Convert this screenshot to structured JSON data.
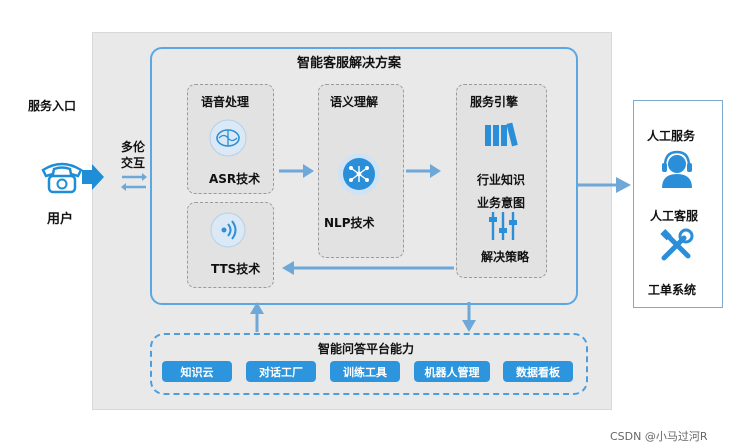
{
  "title": "智能客服解决方案",
  "entry": {
    "label": "服务入口",
    "user": "用户",
    "interaction": [
      "多伦",
      "交互"
    ]
  },
  "modules": {
    "speech": {
      "title": "语音处理",
      "asr": "ASR技术",
      "tts": "TTS技术"
    },
    "semantic": {
      "title": "语义理解",
      "nlp": "NLP技术"
    },
    "engine": {
      "title": "服务引擎",
      "items": [
        "行业知识",
        "业务意图",
        "解决策略"
      ]
    }
  },
  "platform": {
    "title": "智能问答平台能力",
    "chips": [
      "知识云",
      "对话工厂",
      "训练工具",
      "机器人管理",
      "数据看板"
    ]
  },
  "right": {
    "human_service": "人工服务",
    "human_agent": "人工客服",
    "ticket_system": "工单系统"
  },
  "watermark": "CSDN @小马过河R",
  "colors": {
    "accent": "#2c95dd",
    "border": "#5aa7e2",
    "panel": "#e9e9e9"
  }
}
